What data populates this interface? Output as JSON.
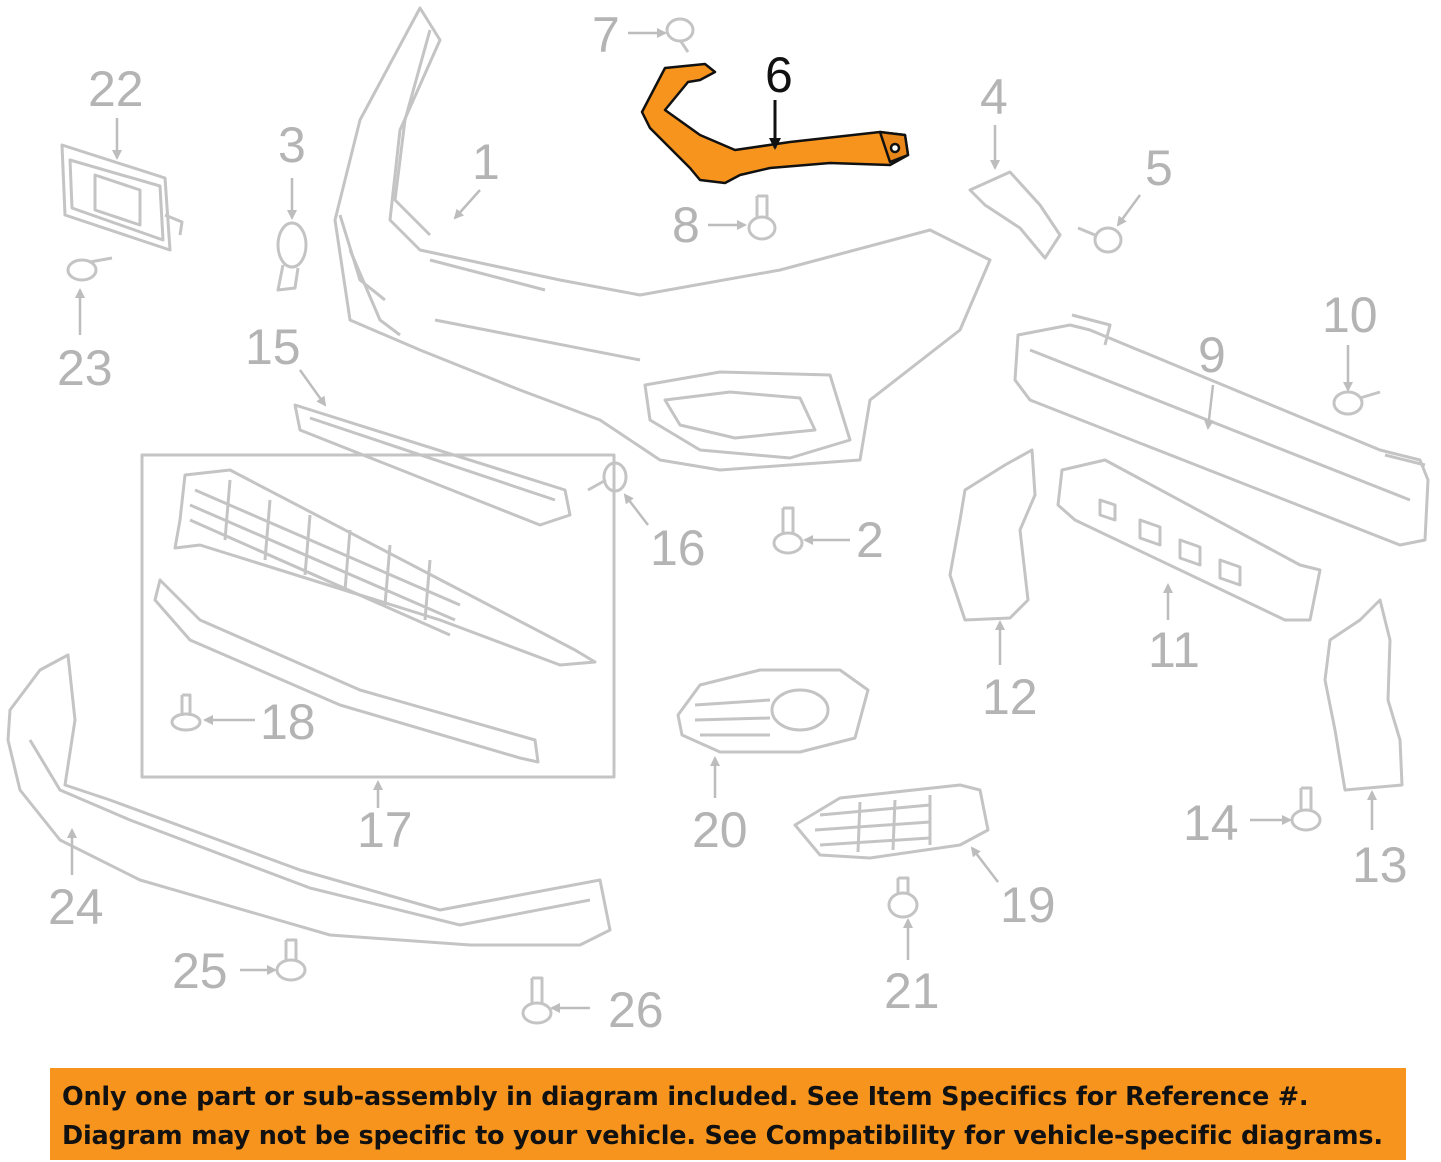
{
  "diagram": {
    "highlighted_part": "6",
    "part_numbers": [
      "1",
      "2",
      "3",
      "4",
      "5",
      "6",
      "7",
      "8",
      "9",
      "10",
      "11",
      "12",
      "13",
      "14",
      "15",
      "16",
      "17",
      "18",
      "19",
      "20",
      "21",
      "22",
      "23",
      "24",
      "25",
      "26"
    ],
    "colors": {
      "highlight": "#f7941d",
      "line": "#bdbdbd",
      "callout": "#b4b4b4",
      "callout_highlight": "#111111"
    }
  },
  "banner": {
    "line1": "Only one part or sub-assembly in diagram included. See Item Specifics for Reference #.",
    "line2": "Diagram may not be specific to your vehicle. See Compatibility for vehicle-specific diagrams.",
    "background": "#f7941d"
  }
}
